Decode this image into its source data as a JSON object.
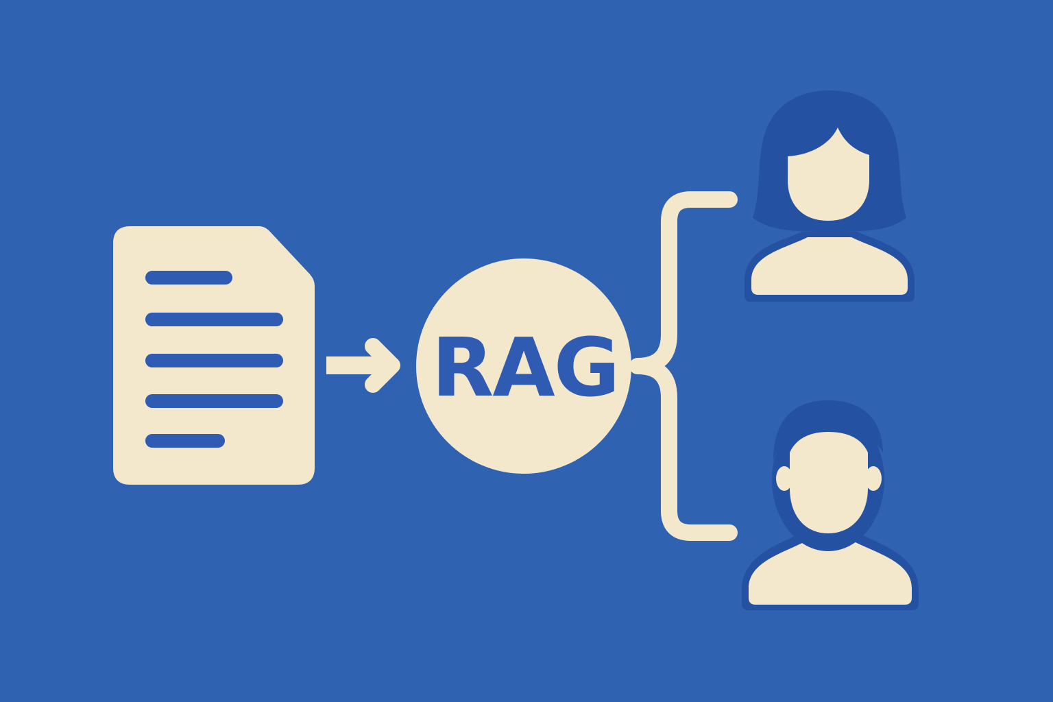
{
  "colors": {
    "background": "#2F62B0",
    "cream": "#F3E8CC",
    "accent_blue": "#2F5BB3",
    "hair_blue": "#2551A3"
  },
  "nodes": {
    "document": {
      "icon": "document-icon"
    },
    "rag": {
      "label": "RAG"
    },
    "user_woman": {
      "icon": "woman-user-icon"
    },
    "user_man": {
      "icon": "man-user-icon"
    }
  },
  "edges": [
    {
      "from": "document",
      "to": "rag",
      "style": "arrow"
    },
    {
      "from": "rag",
      "to": "user_woman",
      "style": "brace-branch"
    },
    {
      "from": "rag",
      "to": "user_man",
      "style": "brace-branch"
    }
  ]
}
